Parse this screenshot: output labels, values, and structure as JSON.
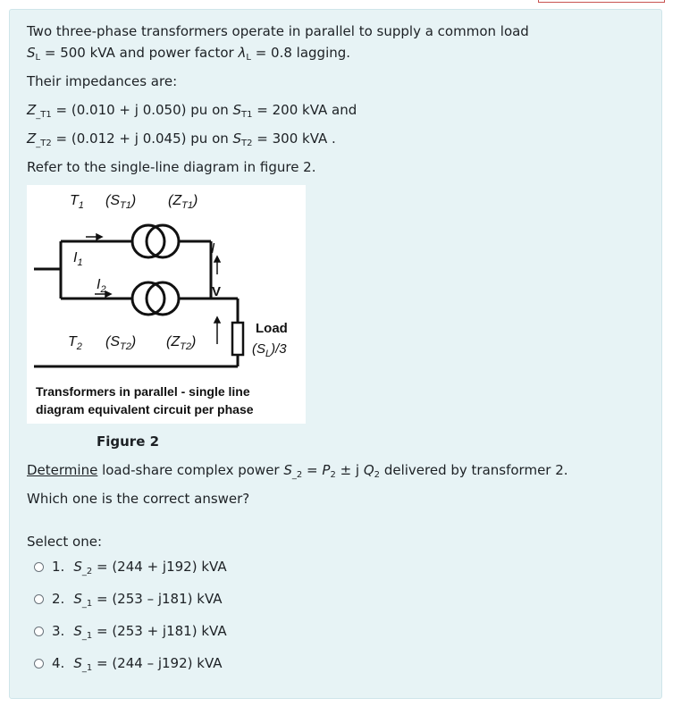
{
  "question": {
    "line1": "Two three-phase transformers operate in parallel to supply a common load",
    "line2_prefix": "S",
    "line2_sub": "L",
    "line2_mid": " = 500 kVA and power factor ",
    "line2_lambda": "λ",
    "line2_lsub": "L",
    "line2_end": " = 0.8 lagging.",
    "line3": "Their impedances are:",
    "z1_label": "Z",
    "z1_sub": "_T1",
    "z1_value": " = (0.010 + j 0.050) pu on ",
    "z1_s": "S",
    "z1_ssub": "T1",
    "z1_rating": " = 200 kVA and",
    "z2_label": "Z",
    "z2_sub": "_T2",
    "z2_value": " = (0.012 + j 0.045) pu on ",
    "z2_s": "S",
    "z2_ssub": "T2",
    "z2_rating": " = 300 kVA .",
    "refer": "Refer to the single-line diagram in figure 2.",
    "figure_caption": "Figure 2",
    "determine_word": "Determine",
    "determine_rest_a": " load-share complex power ",
    "determine_s": "S",
    "determine_ssub": "_2",
    "determine_eq": " = ",
    "determine_p": "P",
    "determine_psub": "2",
    "determine_pm": " ± j ",
    "determine_q": "Q",
    "determine_qsub": "2",
    "determine_end": " delivered by transformer 2.",
    "which": "Which one is the correct answer?"
  },
  "diagram": {
    "t1": "T",
    "t1_sub": "1",
    "t1_s": "(S",
    "t1_ssub": "T1",
    "t1_z": "(Z",
    "t1_zsub": "T1",
    "t2": "T",
    "t2_sub": "2",
    "t2_s": "(S",
    "t2_ssub": "T2",
    "t2_z": "(Z",
    "t2_zsub": "T2",
    "i1": "I",
    "i1_sub": "1",
    "i2": "I",
    "i2_sub": "2",
    "i": "I",
    "v": "V",
    "load": "Load",
    "load_s": "(S",
    "load_ssub": "L",
    "load_div": ")/3",
    "caption_line1": "Transformers in parallel - single line",
    "caption_line2": "diagram equivalent circuit per phase"
  },
  "answers": {
    "select_label": "Select one:",
    "options": [
      {
        "num": "1.",
        "s": "S",
        "sub": "2",
        "value": " = (244 + j192) kVA"
      },
      {
        "num": "2.",
        "s": "S",
        "sub": "1",
        "value": " = (253 – j181) kVA"
      },
      {
        "num": "3.",
        "s": "S",
        "sub": "1",
        "value": " = (253 + j181) kVA"
      },
      {
        "num": "4.",
        "s": "S",
        "sub": "1",
        "value": " = (244 – j192) kVA"
      }
    ]
  }
}
